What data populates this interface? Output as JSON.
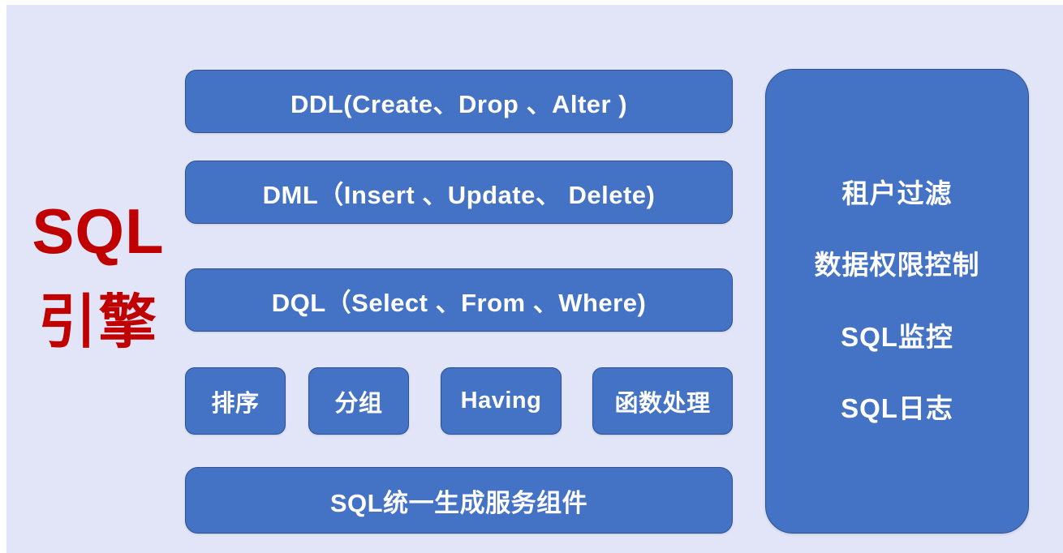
{
  "colors": {
    "background": "#e1e5f7",
    "block_fill": "#4472c4",
    "block_border": "#2f528f",
    "block_text": "#ffffff",
    "label_red": "#c00000"
  },
  "engine_label": {
    "line1": "SQL",
    "line2": "引擎"
  },
  "left_column": {
    "rows": [
      {
        "label": "DDL(Create、Drop 、Alter )"
      },
      {
        "label": "DML（Insert 、Update、 Delete)"
      },
      {
        "label": "DQL（Select 、From 、Where)"
      }
    ],
    "chips": [
      {
        "label": "排序"
      },
      {
        "label": "分组"
      },
      {
        "label": "Having"
      },
      {
        "label": "函数处理"
      }
    ],
    "footer": {
      "label": "SQL统一生成服务组件"
    }
  },
  "right_panel": {
    "items": [
      {
        "label": "租户过滤"
      },
      {
        "label": "数据权限控制"
      },
      {
        "label": "SQL监控"
      },
      {
        "label": "SQL日志"
      }
    ]
  }
}
